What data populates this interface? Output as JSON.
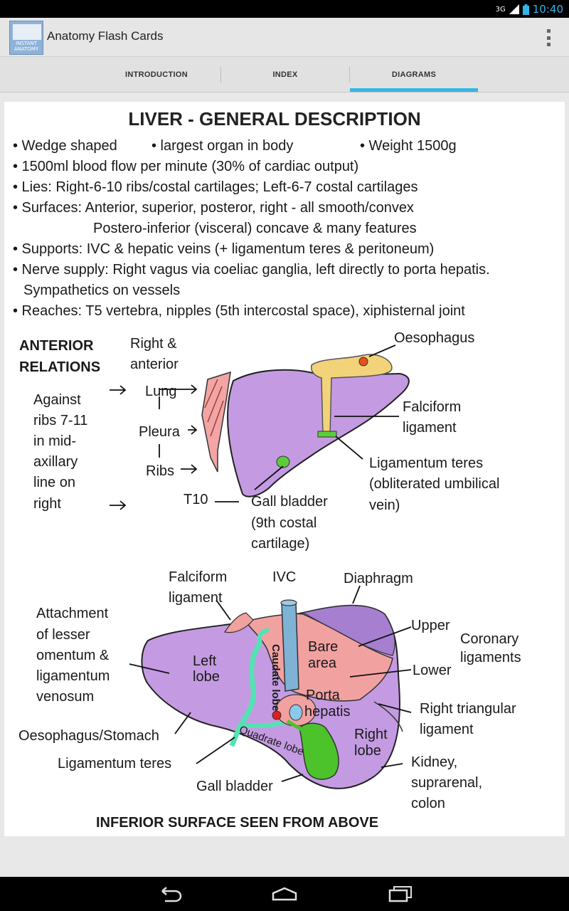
{
  "status_bar": {
    "network": "3G",
    "time": "10:40"
  },
  "app": {
    "title": "Anatomy Flash Cards",
    "icon_text": "INSTANT ANATOMY"
  },
  "tabs": [
    {
      "label": "INTRODUCTION",
      "selected": false
    },
    {
      "label": "INDEX",
      "selected": false
    },
    {
      "label": "DIAGRAMS",
      "selected": true
    }
  ],
  "colors": {
    "accent": "#33b5e5",
    "liver": "#c49be2",
    "bare_area": "#f2a1a1",
    "ligament": "#f2d37a",
    "gall_bladder": "#5ccd3a",
    "portal": "#52e3b2"
  },
  "card": {
    "title": "LIVER - GENERAL DESCRIPTION",
    "facts": {
      "f1a": "• Wedge shaped",
      "f1b": "• largest organ in body",
      "f1c": "• Weight 1500g",
      "f2": "• 1500ml blood flow per minute (30% of cardiac output)",
      "f3": "• Lies: Right-6-10 ribs/costal cartilages; Left-6-7 costal cartilages",
      "f4": "• Surfaces: Anterior, superior, posteror, right - all smooth/convex",
      "f4b": "Postero-inferior (visceral) concave & many features",
      "f5": "• Supports: IVC & hepatic veins (+ ligamentum teres & peritoneum)",
      "f6": "• Nerve supply: Right vagus via coeliac ganglia, left directly to porta hepatis.",
      "f6b": "Sympathetics on vessels",
      "f7": "• Reaches: T5 vertebra, nipples (5th intercostal space), xiphisternal joint"
    },
    "anterior": {
      "heading": [
        "ANTERIOR",
        "RELATIONS"
      ],
      "against": [
        "Against",
        "ribs 7-11",
        "in mid-",
        "axillary",
        "line on",
        "right"
      ],
      "right_ant": [
        "Right &",
        "anterior"
      ],
      "lung": "Lung",
      "pleura": "Pleura",
      "ribs": "Ribs",
      "t10": "T10",
      "oesophagus": "Oesophagus",
      "falciform": [
        "Falciform",
        "ligament"
      ],
      "lig_teres": [
        "Ligamentum teres",
        "(obliterated umbilical",
        "vein)"
      ],
      "gall": [
        "Gall bladder",
        "(9th costal",
        "cartilage)"
      ]
    },
    "inferior": {
      "falciform": [
        "Falciform",
        "ligament"
      ],
      "ivc": "IVC",
      "diaphragm": "Diaphragm",
      "attachment": [
        "Attachment",
        "of lesser",
        "omentum &",
        "ligamentum",
        "venosum"
      ],
      "upper": "Upper",
      "coronary": [
        "Coronary",
        "ligaments"
      ],
      "lower": "Lower",
      "bare": [
        "Bare",
        "area"
      ],
      "left_lobe": [
        "Left",
        "lobe"
      ],
      "caudate": "Caudate lobe",
      "porta": [
        "Porta",
        "hepatis"
      ],
      "quadrate": "Quadrate lobe",
      "right_tri": [
        "Right triangular",
        "ligament"
      ],
      "right_lobe": [
        "Right",
        "lobe"
      ],
      "oesophagus": "Oesophagus/Stomach",
      "lig_teres": "Ligamentum teres",
      "kidney": [
        "Kidney,",
        "suprarenal,",
        "colon"
      ],
      "gall": "Gall bladder",
      "caption": "INFERIOR SURFACE SEEN FROM ABOVE"
    }
  }
}
